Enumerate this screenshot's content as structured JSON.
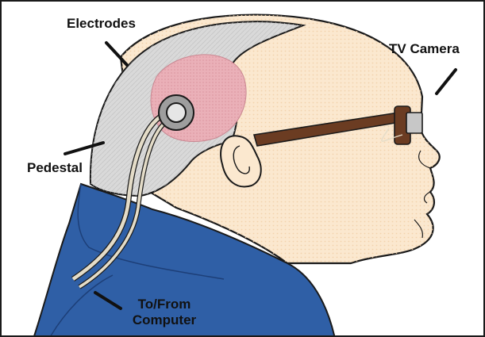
{
  "labels": {
    "electrodes": "Electrodes",
    "tv_camera": "TV Camera",
    "pedestal": "Pedestal",
    "to_from_line1": "To/From",
    "to_from_line2": "Computer"
  },
  "colors": {
    "skin": "#fbe8cf",
    "hair": "#d7d7d7",
    "brain": "#eab0b8",
    "collar": "#2f5fa6",
    "glasses": "#6b3c22",
    "cable": "#e4dcc8",
    "outline": "#1a1a1a"
  },
  "icons": {
    "pointer": "arrow-line",
    "pedestal": "ring-connector",
    "camera": "tv-camera-box"
  }
}
